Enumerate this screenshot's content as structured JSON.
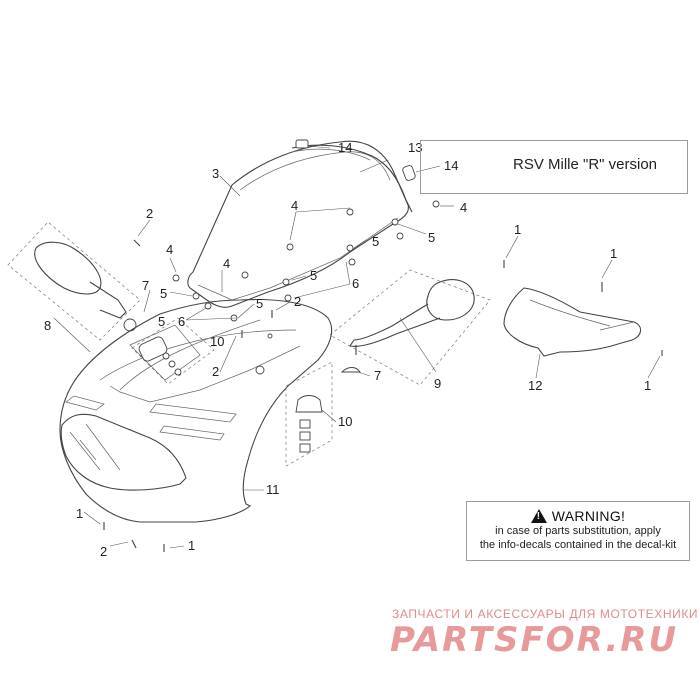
{
  "callouts": {
    "c1a": "1",
    "c1b": "1",
    "c1c": "1",
    "c1d": "1",
    "c1e": "1",
    "c2a": "2",
    "c2b": "2",
    "c2c": "2",
    "c2d": "2",
    "c3": "3",
    "c4a": "4",
    "c4b": "4",
    "c4c": "4",
    "c4d": "4",
    "c5a": "5",
    "c5b": "5",
    "c5c": "5",
    "c5d": "5",
    "c5e": "5",
    "c5f": "5",
    "c6a": "6",
    "c6b": "6",
    "c7a": "7",
    "c7b": "7",
    "c8": "8",
    "c9": "9",
    "c10a": "10",
    "c10b": "10",
    "c11": "11",
    "c12": "12",
    "c13": "13",
    "c14a": "14",
    "c14b": "14"
  },
  "version_note": "RSV Mille \"R\" version",
  "warning": {
    "title": "WARNING!",
    "line1": "in case of parts substitution, apply",
    "line2": "the info-decals contained in the decal-kit"
  },
  "watermark": {
    "subtitle": "ЗАПЧАСТИ И АКСЕССУАРЫ ДЛЯ МОТОТЕХНИКИ",
    "logo": "PARTSFOR.RU"
  }
}
